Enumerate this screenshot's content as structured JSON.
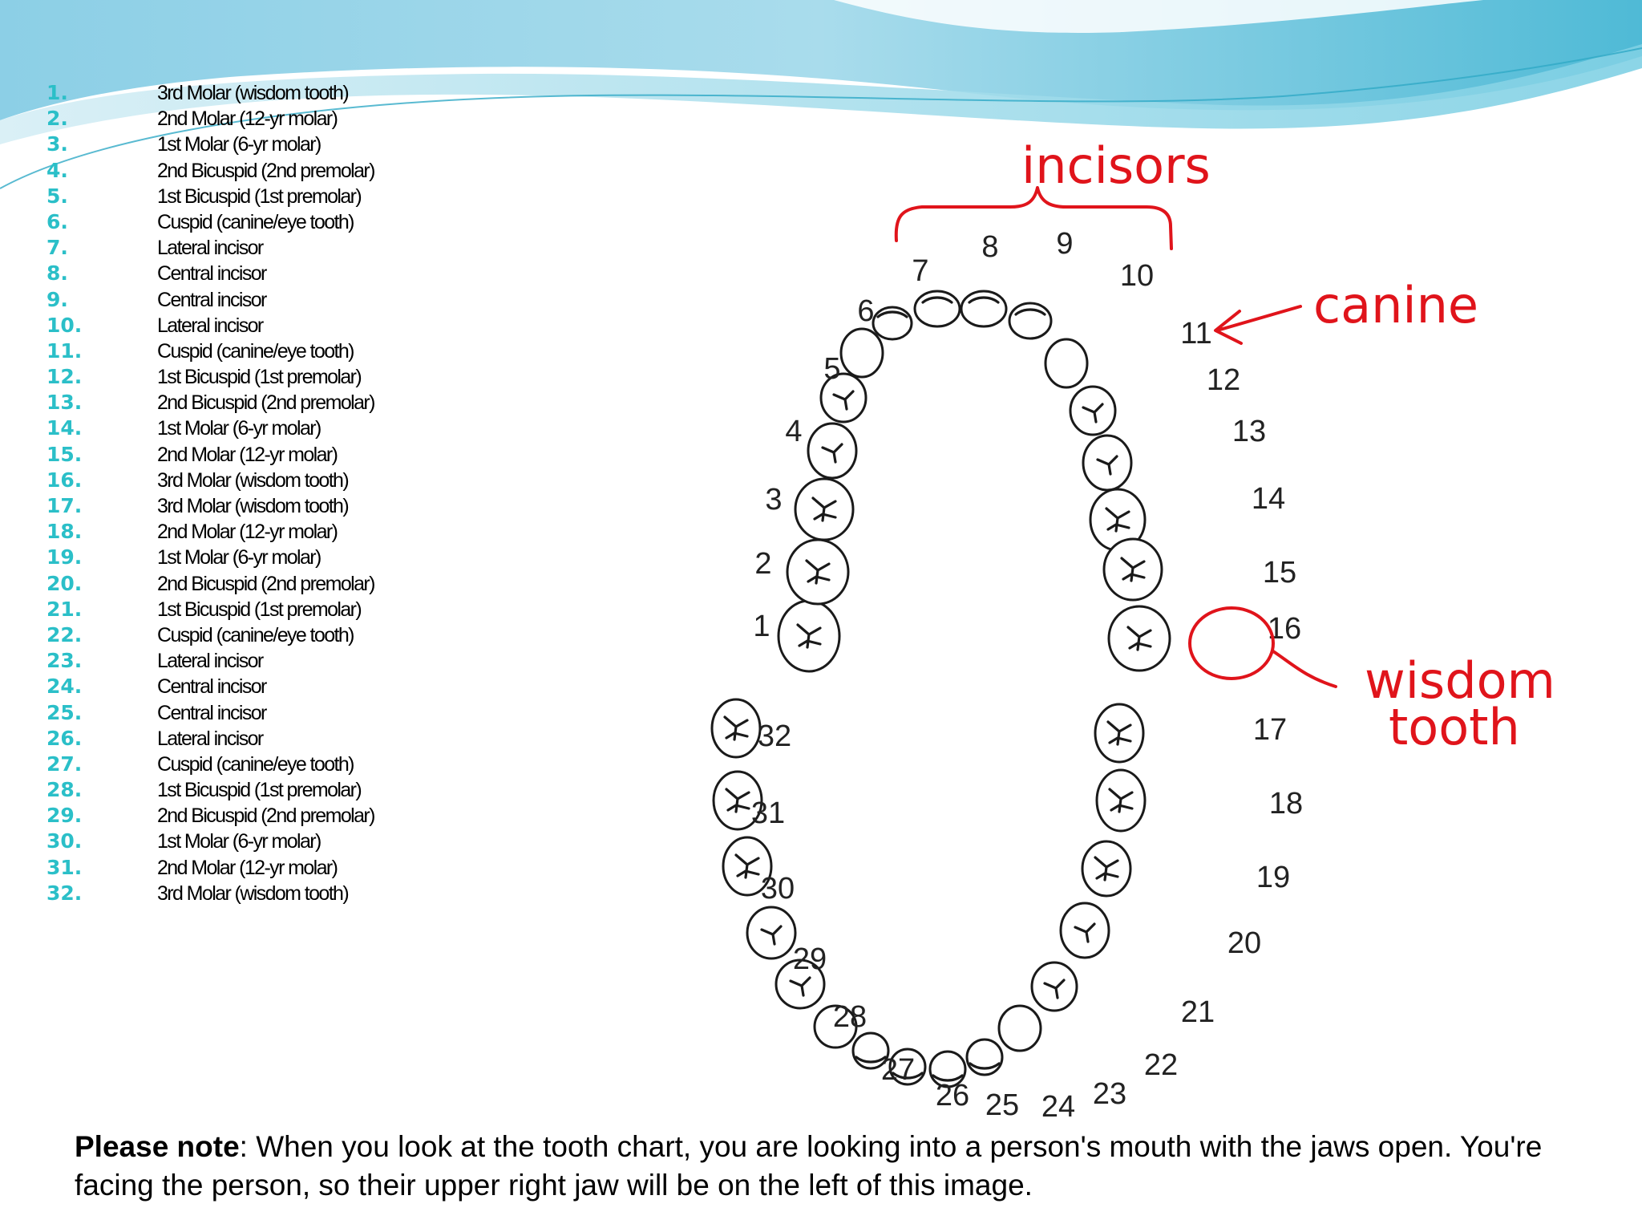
{
  "tooth_list": [
    {
      "num": "1.",
      "name": "3rd Molar (wisdom tooth)"
    },
    {
      "num": "2.",
      "name": "2nd Molar (12-yr molar)"
    },
    {
      "num": "3.",
      "name": "1st Molar (6-yr molar)"
    },
    {
      "num": "4.",
      "name": "2nd Bicuspid (2nd premolar)"
    },
    {
      "num": "5.",
      "name": "1st Bicuspid (1st premolar)"
    },
    {
      "num": "6.",
      "name": "Cuspid (canine/eye tooth)"
    },
    {
      "num": "7.",
      "name": "Lateral incisor"
    },
    {
      "num": "8.",
      "name": "Central incisor"
    },
    {
      "num": "9.",
      "name": "Central incisor"
    },
    {
      "num": "10.",
      "name": "Lateral incisor"
    },
    {
      "num": "11.",
      "name": "Cuspid (canine/eye tooth)"
    },
    {
      "num": "12.",
      "name": "1st Bicuspid (1st premolar)"
    },
    {
      "num": "13.",
      "name": "2nd Bicuspid (2nd premolar)"
    },
    {
      "num": "14.",
      "name": "1st Molar (6-yr molar)"
    },
    {
      "num": "15.",
      "name": "2nd Molar (12-yr molar)"
    },
    {
      "num": "16.",
      "name": "3rd Molar (wisdom tooth)"
    },
    {
      "num": "17.",
      "name": "3rd Molar (wisdom tooth)"
    },
    {
      "num": "18.",
      "name": "2nd Molar (12-yr molar)"
    },
    {
      "num": "19.",
      "name": "1st Molar (6-yr molar)"
    },
    {
      "num": "20.",
      "name": "2nd Bicuspid (2nd premolar)"
    },
    {
      "num": "21.",
      "name": "1st Bicuspid (1st premolar)"
    },
    {
      "num": "22.",
      "name": "Cuspid (canine/eye tooth)"
    },
    {
      "num": "23.",
      "name": "Lateral incisor"
    },
    {
      "num": "24.",
      "name": "Central incisor"
    },
    {
      "num": "25.",
      "name": "Central incisor"
    },
    {
      "num": "26.",
      "name": "Lateral incisor"
    },
    {
      "num": "27.",
      "name": "Cuspid (canine/eye tooth)"
    },
    {
      "num": "28.",
      "name": "1st Bicuspid (1st premolar)"
    },
    {
      "num": "29.",
      "name": "2nd Bicuspid (2nd premolar)"
    },
    {
      "num": "30.",
      "name": "1st Molar (6-yr molar)"
    },
    {
      "num": "31.",
      "name": "2nd Molar (12-yr molar)"
    },
    {
      "num": "32.",
      "name": "3rd Molar (wisdom tooth)"
    }
  ],
  "diagram": {
    "tooth_numbers": [
      "1",
      "2",
      "3",
      "4",
      "5",
      "6",
      "7",
      "8",
      "9",
      "10",
      "11",
      "12",
      "13",
      "14",
      "15",
      "16",
      "17",
      "18",
      "19",
      "20",
      "21",
      "22",
      "23",
      "24",
      "25",
      "26",
      "27",
      "28",
      "29",
      "30",
      "31",
      "32"
    ],
    "annotations": {
      "incisors": "incisors",
      "canine": "canine",
      "wisdom_line1": "wisdom",
      "wisdom_line2": "tooth"
    }
  },
  "note": {
    "bold": "Please note",
    "text": ": When you look at the tooth chart, you are looking into a person's mouth with the jaws open. You're facing the person, so their upper right jaw will be on the left of this image."
  },
  "colors": {
    "list_number": "#2bbfc8",
    "annotation_red": "#e0141b",
    "wave_light": "#bfe6f0",
    "wave_mid": "#7fcfe4",
    "wave_dark": "#3fb4cc"
  }
}
